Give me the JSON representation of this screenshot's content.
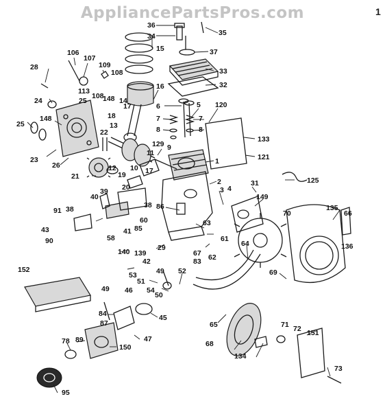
{
  "watermark": "AppliancePartsPros.com",
  "corner_mark": "1",
  "part_labels": [
    {
      "id": "36",
      "text": "36"
    },
    {
      "id": "35",
      "text": "35"
    },
    {
      "id": "34",
      "text": "34"
    },
    {
      "id": "15",
      "text": "15"
    },
    {
      "id": "37",
      "text": "37"
    },
    {
      "id": "33",
      "text": "33"
    },
    {
      "id": "32",
      "text": "32"
    },
    {
      "id": "106",
      "text": "106"
    },
    {
      "id": "107",
      "text": "107"
    },
    {
      "id": "109",
      "text": "109"
    },
    {
      "id": "108a",
      "text": "108"
    },
    {
      "id": "28",
      "text": "28"
    },
    {
      "id": "113",
      "text": "113"
    },
    {
      "id": "108b",
      "text": "108"
    },
    {
      "id": "16",
      "text": "16"
    },
    {
      "id": "14",
      "text": "14"
    },
    {
      "id": "148a",
      "text": "148"
    },
    {
      "id": "24",
      "text": "24"
    },
    {
      "id": "25a",
      "text": "25"
    },
    {
      "id": "17",
      "text": "17"
    },
    {
      "id": "6",
      "text": "6"
    },
    {
      "id": "5",
      "text": "5"
    },
    {
      "id": "120",
      "text": "120"
    },
    {
      "id": "18",
      "text": "18"
    },
    {
      "id": "7a",
      "text": "7"
    },
    {
      "id": "7b",
      "text": "7"
    },
    {
      "id": "148b",
      "text": "148"
    },
    {
      "id": "13",
      "text": "13"
    },
    {
      "id": "25b",
      "text": "25"
    },
    {
      "id": "8a",
      "text": "8"
    },
    {
      "id": "8b",
      "text": "8"
    },
    {
      "id": "22",
      "text": "22"
    },
    {
      "id": "9",
      "text": "9"
    },
    {
      "id": "133",
      "text": "133"
    },
    {
      "id": "23",
      "text": "23"
    },
    {
      "id": "129",
      "text": "129"
    },
    {
      "id": "11",
      "text": "11"
    },
    {
      "id": "1",
      "text": "1"
    },
    {
      "id": "121",
      "text": "121"
    },
    {
      "id": "26",
      "text": "26"
    },
    {
      "id": "12",
      "text": "12"
    },
    {
      "id": "10",
      "text": "10"
    },
    {
      "id": "17b",
      "text": "17"
    },
    {
      "id": "21",
      "text": "21"
    },
    {
      "id": "19",
      "text": "19"
    },
    {
      "id": "2",
      "text": "2"
    },
    {
      "id": "125",
      "text": "125"
    },
    {
      "id": "20",
      "text": "20"
    },
    {
      "id": "3",
      "text": "3"
    },
    {
      "id": "31",
      "text": "31"
    },
    {
      "id": "39",
      "text": "39"
    },
    {
      "id": "4",
      "text": "4"
    },
    {
      "id": "40",
      "text": "40"
    },
    {
      "id": "149",
      "text": "149"
    },
    {
      "id": "38a",
      "text": "38"
    },
    {
      "id": "135",
      "text": "135"
    },
    {
      "id": "66",
      "text": "66"
    },
    {
      "id": "91",
      "text": "91"
    },
    {
      "id": "38b",
      "text": "38"
    },
    {
      "id": "86",
      "text": "86"
    },
    {
      "id": "70",
      "text": "70"
    },
    {
      "id": "60",
      "text": "60"
    },
    {
      "id": "43",
      "text": "43"
    },
    {
      "id": "41",
      "text": "41"
    },
    {
      "id": "85",
      "text": "85"
    },
    {
      "id": "63",
      "text": "63"
    },
    {
      "id": "136",
      "text": "136"
    },
    {
      "id": "90",
      "text": "90"
    },
    {
      "id": "58",
      "text": "58"
    },
    {
      "id": "29",
      "text": "29"
    },
    {
      "id": "61",
      "text": "61"
    },
    {
      "id": "140",
      "text": "140"
    },
    {
      "id": "139",
      "text": "139"
    },
    {
      "id": "67",
      "text": "67"
    },
    {
      "id": "64",
      "text": "64"
    },
    {
      "id": "83",
      "text": "83"
    },
    {
      "id": "62",
      "text": "62"
    },
    {
      "id": "42",
      "text": "42"
    },
    {
      "id": "152",
      "text": "152"
    },
    {
      "id": "53",
      "text": "53"
    },
    {
      "id": "49a",
      "text": "49"
    },
    {
      "id": "52",
      "text": "52"
    },
    {
      "id": "69",
      "text": "69"
    },
    {
      "id": "51",
      "text": "51"
    },
    {
      "id": "54",
      "text": "54"
    },
    {
      "id": "49b",
      "text": "49"
    },
    {
      "id": "50",
      "text": "50"
    },
    {
      "id": "46",
      "text": "46"
    },
    {
      "id": "84",
      "text": "84"
    },
    {
      "id": "45",
      "text": "45"
    },
    {
      "id": "87",
      "text": "87"
    },
    {
      "id": "65",
      "text": "65"
    },
    {
      "id": "71",
      "text": "71"
    },
    {
      "id": "72",
      "text": "72"
    },
    {
      "id": "151",
      "text": "151"
    },
    {
      "id": "47",
      "text": "47"
    },
    {
      "id": "78",
      "text": "78"
    },
    {
      "id": "89",
      "text": "89"
    },
    {
      "id": "68",
      "text": "68"
    },
    {
      "id": "150",
      "text": "150"
    },
    {
      "id": "134",
      "text": "134"
    },
    {
      "id": "73",
      "text": "73"
    },
    {
      "id": "95",
      "text": "95"
    }
  ]
}
